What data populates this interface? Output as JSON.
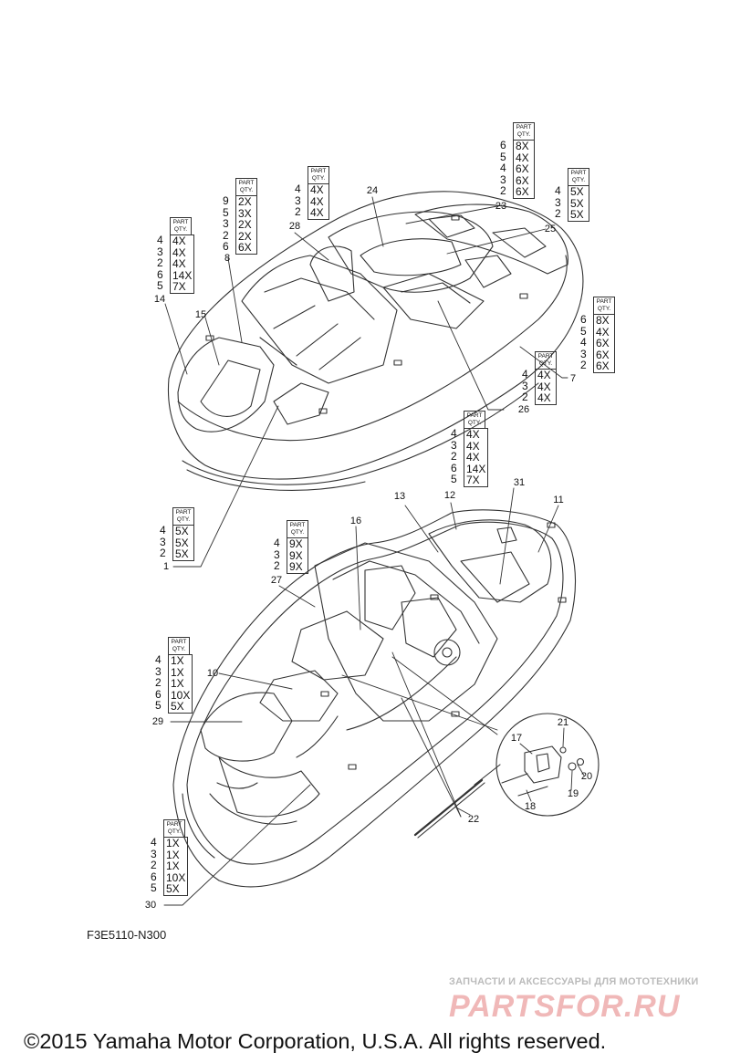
{
  "colors": {
    "line": "#333333",
    "text": "#111111",
    "watermark": "#bbbbbb",
    "watermark_logo": "#f0b8b8"
  },
  "qty_header": [
    "PART",
    "QTY."
  ],
  "qty_boxes": [
    {
      "parts": [
        "4",
        "3",
        "2",
        "6",
        "5"
      ],
      "counts": [
        "4X",
        "4X",
        "4X",
        "14X",
        "7X"
      ]
    },
    {
      "parts": [
        "9",
        "5",
        "3",
        "2",
        "6"
      ],
      "counts": [
        "2X",
        "3X",
        "2X",
        "2X",
        "6X"
      ]
    },
    {
      "parts": [
        "4",
        "3",
        "2"
      ],
      "counts": [
        "4X",
        "4X",
        "4X"
      ]
    },
    {
      "parts": [
        "6",
        "5",
        "4",
        "3",
        "2"
      ],
      "counts": [
        "8X",
        "4X",
        "6X",
        "6X",
        "6X"
      ]
    },
    {
      "parts": [
        "4",
        "3",
        "2"
      ],
      "counts": [
        "5X",
        "5X",
        "5X"
      ]
    },
    {
      "parts": [
        "6",
        "5",
        "4",
        "3",
        "2"
      ],
      "counts": [
        "8X",
        "4X",
        "6X",
        "6X",
        "6X"
      ]
    },
    {
      "parts": [
        "4",
        "3",
        "2"
      ],
      "counts": [
        "4X",
        "4X",
        "4X"
      ]
    },
    {
      "parts": [
        "4",
        "3",
        "2",
        "6",
        "5"
      ],
      "counts": [
        "4X",
        "4X",
        "4X",
        "14X",
        "7X"
      ]
    },
    {
      "parts": [
        "4",
        "3",
        "2"
      ],
      "counts": [
        "5X",
        "5X",
        "5X"
      ]
    },
    {
      "parts": [
        "4",
        "3",
        "2"
      ],
      "counts": [
        "9X",
        "9X",
        "9X"
      ]
    },
    {
      "parts": [
        "4",
        "3",
        "2",
        "6",
        "5"
      ],
      "counts": [
        "1X",
        "1X",
        "1X",
        "10X",
        "5X"
      ]
    },
    {
      "parts": [
        "4",
        "3",
        "2",
        "6",
        "5"
      ],
      "counts": [
        "1X",
        "1X",
        "1X",
        "10X",
        "5X"
      ]
    }
  ],
  "callouts": [
    "1",
    "7",
    "8",
    "10",
    "11",
    "12",
    "13",
    "14",
    "15",
    "16",
    "17",
    "18",
    "19",
    "20",
    "21",
    "22",
    "23",
    "24",
    "25",
    "26",
    "27",
    "28",
    "29",
    "30",
    "31"
  ],
  "diagram_code": "F3E5110-N300",
  "watermark": {
    "tagline": "ЗАПЧАСТИ И АКСЕССУАРЫ ДЛЯ МОТОТЕХНИКИ",
    "logo": "PARTSFOR.RU"
  },
  "copyright": "©2015 Yamaha Motor Corporation, U.S.A. All rights reserved."
}
